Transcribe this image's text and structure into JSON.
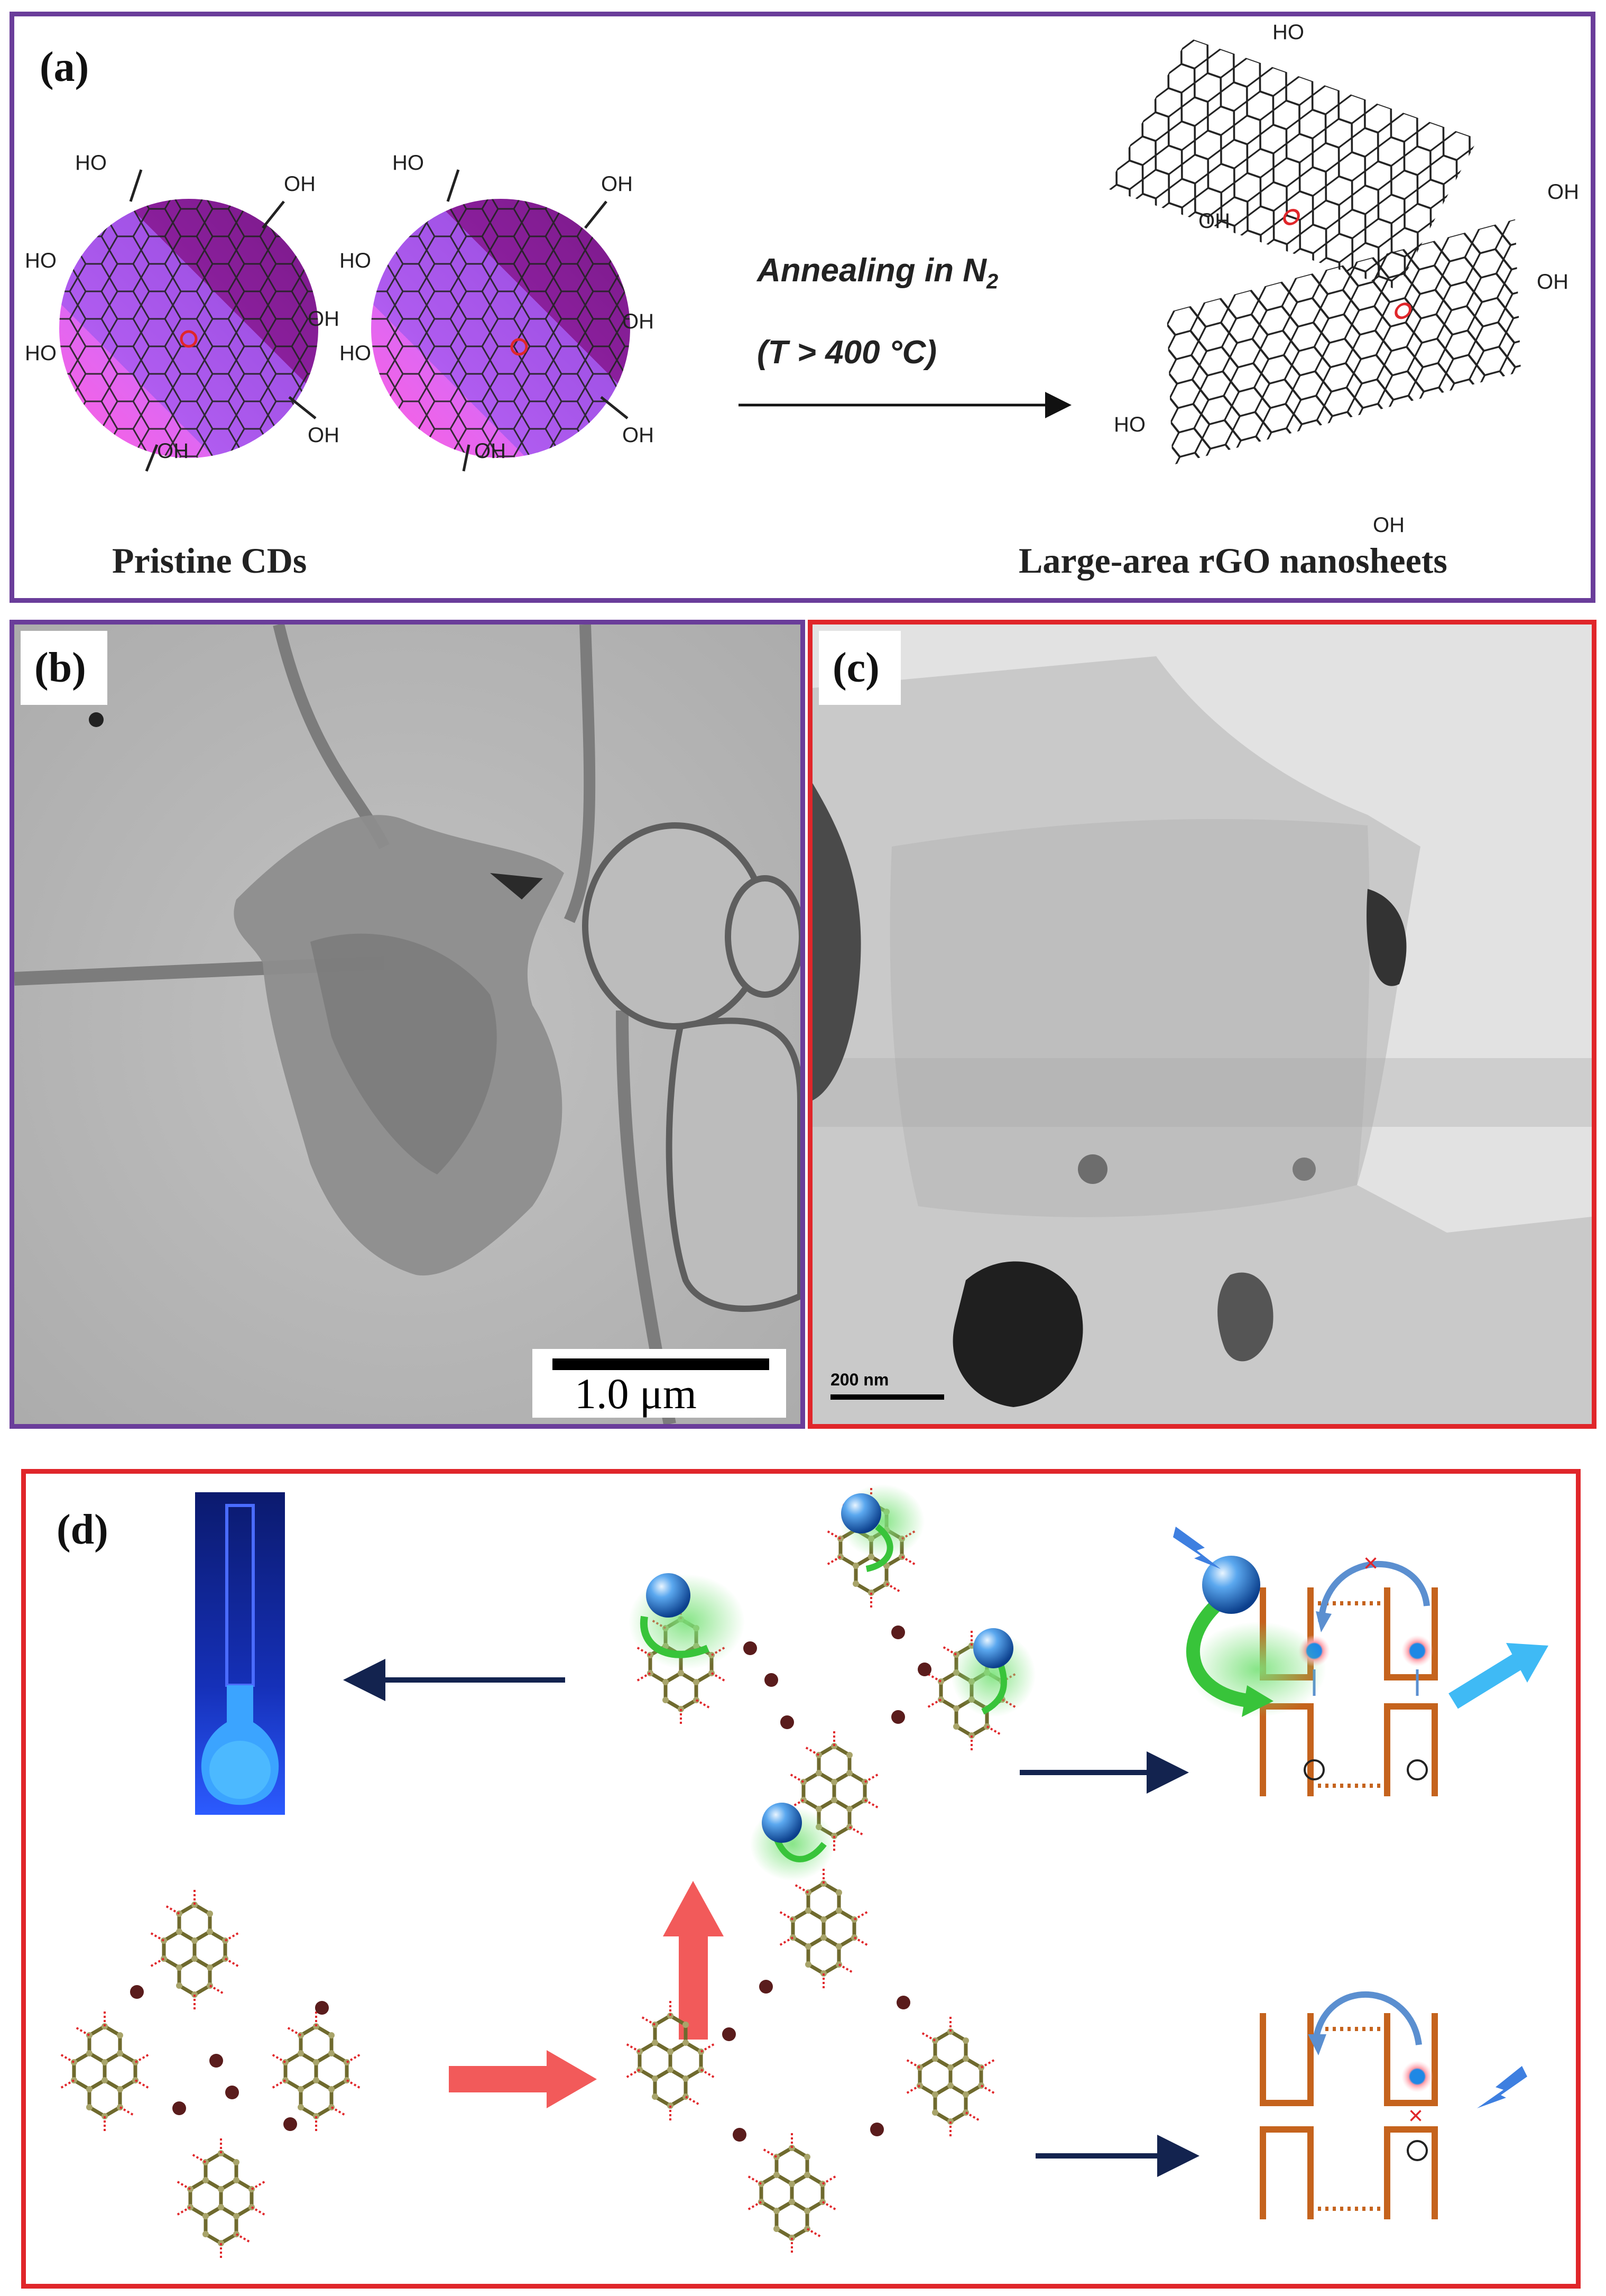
{
  "panel_a": {
    "label": "(a)",
    "condition_line1": "Annealing in N",
    "condition_sub": "2",
    "condition_line2": "(T > 400 °C)",
    "left_caption": "Pristine CDs",
    "right_caption": "Large-area rGO nanosheets",
    "groups": {
      "ho": "HO",
      "oh": "OH",
      "o": "O"
    }
  },
  "panel_b": {
    "label": "(b)",
    "scale_bar": "1.0 μm"
  },
  "panel_c": {
    "label": "(c)",
    "scale_bar": "200 nm"
  },
  "panel_d": {
    "label": "(d)",
    "blocked_mark": "×"
  },
  "colors": {
    "purple_frame": "#6a3d9a",
    "red_frame": "#e0262a",
    "dot_magenta": "#c23bd8",
    "arrow_navy": "#13234f",
    "arrow_salmon": "#f25a5a",
    "ring_olive": "#6f6a2e",
    "trap_brown": "#c5631d",
    "glow_green": "#38c43a",
    "sphere_blue": "#1d6fd1"
  },
  "icons": [
    "lightning-icon",
    "fluorescent-vial-icon",
    "blue-sphere-icon"
  ]
}
